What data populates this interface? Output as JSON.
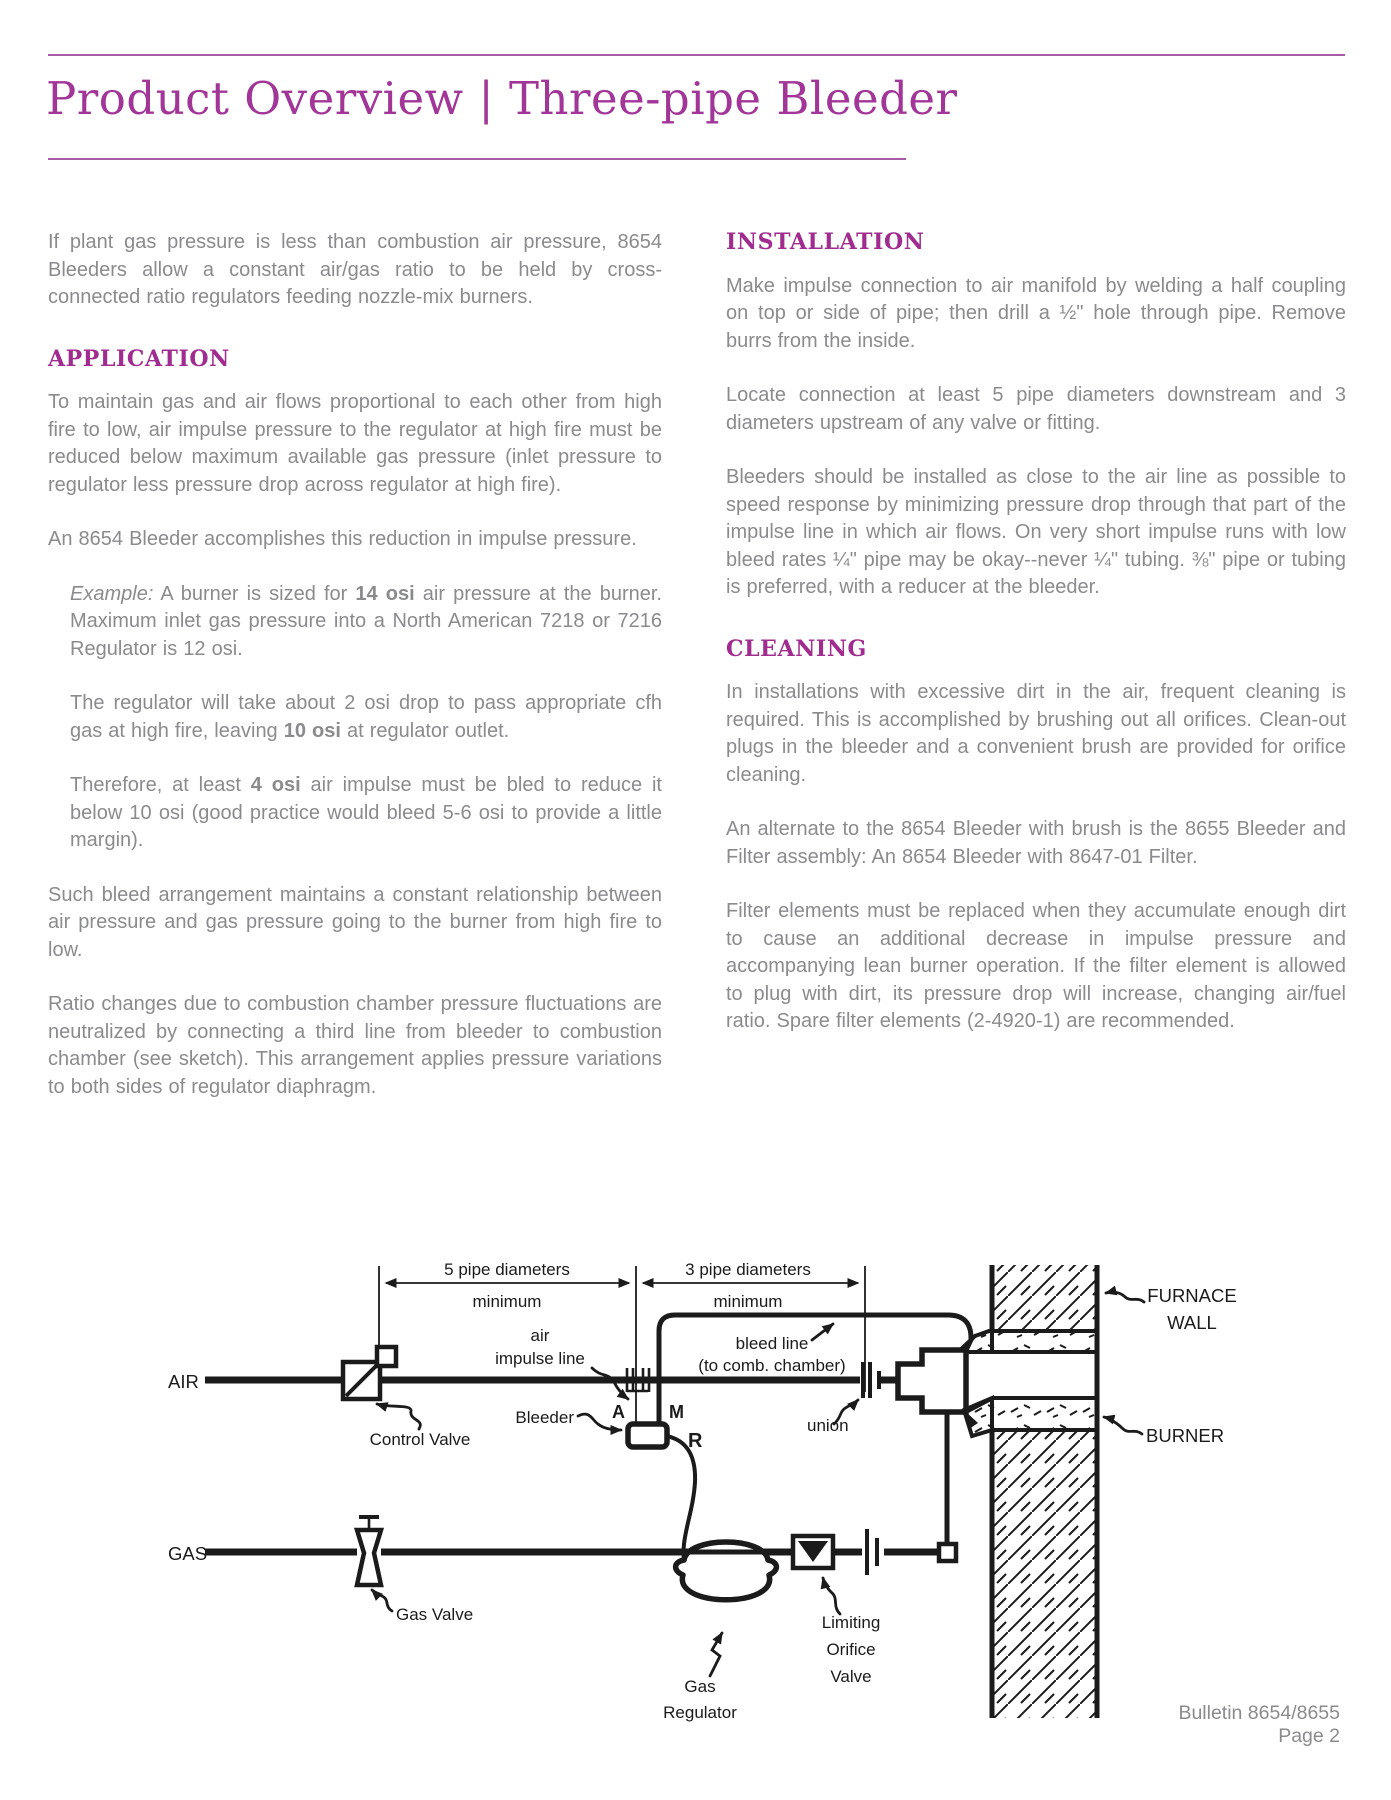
{
  "theme": {
    "accent": "#A23598",
    "heading": "#A12C90",
    "rule": "#A85CA5",
    "body": "#8A8B8D",
    "ink": "#1B1B1B"
  },
  "header": {
    "title": "Product Overview | Three-pipe Bleeder"
  },
  "left": {
    "heading": "APPLICATION",
    "paras": [
      {
        "runs": [
          {
            "t": "If plant gas pressure is less than combustion air pressure, 8654 Bleeders allow a constant air/gas ratio to be held by cross-connected ratio regulators feeding nozzle-mix burners."
          }
        ]
      },
      {
        "runs": [
          {
            "t": "To maintain gas and air flows proportional to each other from high fire to low, air impulse pressure to the regulator at high fire must be reduced below maximum available gas pressure (inlet pressure to regulator less pressure drop across regulator at high fire)."
          }
        ]
      },
      {
        "runs": [
          {
            "t": "An 8654 Bleeder accomplishes this reduction in impulse pressure."
          }
        ]
      },
      {
        "runs": [
          {
            "t": "Example:",
            "s": "i"
          },
          {
            "t": " A burner is sized for "
          },
          {
            "t": "14 osi",
            "s": "b"
          },
          {
            "t": " air pressure at the burner. Maximum inlet gas pressure into a North American 7218 or 7216 Regulator is 12 osi."
          }
        ]
      },
      {
        "runs": [
          {
            "t": "The regulator will take about 2 osi drop to pass appropriate cfh gas at high fire, leaving "
          },
          {
            "t": "10 osi",
            "s": "b"
          },
          {
            "t": " at regulator outlet."
          }
        ]
      },
      {
        "runs": [
          {
            "t": "Therefore, at least "
          },
          {
            "t": "4 osi",
            "s": "b"
          },
          {
            "t": " air impulse must be bled to reduce it below 10 osi (good practice would bleed 5-6 osi to provide a little margin)."
          }
        ]
      },
      {
        "runs": [
          {
            "t": "Such bleed arrangement maintains a constant relationship between air pressure and gas pressure going to the burner from high fire to low."
          }
        ]
      },
      {
        "runs": [
          {
            "t": "Ratio changes due to combustion chamber pressure fluctuations are neutralized by connecting a third line from bleeder to combustion chamber (see sketch). This arrangement applies pressure variations to both sides of regulator diaphragm."
          }
        ]
      }
    ]
  },
  "right": {
    "heading1": "INSTALLATION",
    "heading2": "CLEANING",
    "paras": [
      {
        "runs": [
          {
            "t": "Make impulse connection to air manifold by welding a half coupling on top or side of pipe; then drill a ½\" hole through pipe. Remove burrs from the inside."
          }
        ]
      },
      {
        "runs": [
          {
            "t": "Locate connection at least 5 pipe diameters downstream and 3 diameters upstream of any valve or fitting."
          }
        ]
      },
      {
        "runs": [
          {
            "t": "Bleeders should be installed as close to the air line as possible to speed response by minimizing pressure drop through that part of the impulse line in which air flows. On very short impulse runs with low bleed rates ¼\" pipe may be okay--never ¼\" tubing. ⅜\" pipe or tubing is preferred, with a reducer at the bleeder."
          }
        ]
      },
      {
        "runs": [
          {
            "t": "In installations with excessive dirt in the air, frequent cleaning is required. This is accomplished by brushing out all orifices. Clean-out plugs in the bleeder and a convenient brush are provided for orifice cleaning."
          }
        ]
      },
      {
        "runs": [
          {
            "t": "An alternate to the 8654 Bleeder with brush is the 8655 Bleeder and Filter assembly: An 8654 Bleeder with 8647-01 Filter."
          }
        ]
      },
      {
        "runs": [
          {
            "t": "Filter elements must be replaced when they accumulate enough dirt to cause an additional decrease in impulse pressure and accompanying lean burner operation. If the filter element is allowed to plug with dirt, its pressure drop will increase, changing air/fuel ratio. Spare filter elements (2-4920-1) are recommended."
          }
        ]
      }
    ]
  },
  "diagram": {
    "dim_5": "5 pipe diameters",
    "dim_5_min": "minimum",
    "dim_3": "3 pipe diameters",
    "dim_3_min": "minimum",
    "air": "AIR",
    "gas": "GAS",
    "control_valve": "Control Valve",
    "air_impulse_1": "air",
    "air_impulse_2": "impulse line",
    "bleed_line_1": "bleed line",
    "bleed_line_2": "(to comb. chamber)",
    "bleeder": "Bleeder",
    "port_a": "A",
    "port_m": "M",
    "port_r": "R",
    "union": "union",
    "furnace_wall_1": "FURNACE",
    "furnace_wall_2": "WALL",
    "burner": "BURNER",
    "gas_valve": "Gas Valve",
    "gas_regulator_1": "Gas",
    "gas_regulator_2": "Regulator",
    "lov_1": "Limiting",
    "lov_2": "Orifice",
    "lov_3": "Valve"
  },
  "footer": {
    "line1": "Bulletin 8654/8655",
    "line2": "Page 2"
  }
}
